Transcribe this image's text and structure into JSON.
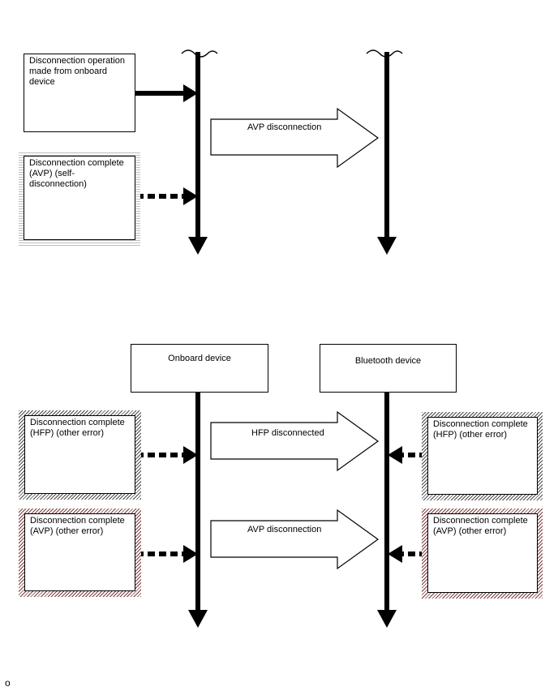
{
  "top_section": {
    "box_operation": "Disconnection operation made from onboard device",
    "box_complete": "Disconnection complete (AVP) (self-disconnection)",
    "arrow_label": "AVP disconnection"
  },
  "bottom_section": {
    "onboard_device": "Onboard device",
    "bluetooth_device": "Bluetooth device",
    "left_hfp": "Disconnection complete (HFP) (other error)",
    "left_avp": "Disconnection complete (AVP) (other error)",
    "right_hfp": "Disconnection complete (HFP) (other error)",
    "right_avp": "Disconnection complete (AVP) (other error)",
    "arrow_hfp_label": "HFP disconnected",
    "arrow_avp_label": "AVP disconnection"
  },
  "footer_mark": "o"
}
